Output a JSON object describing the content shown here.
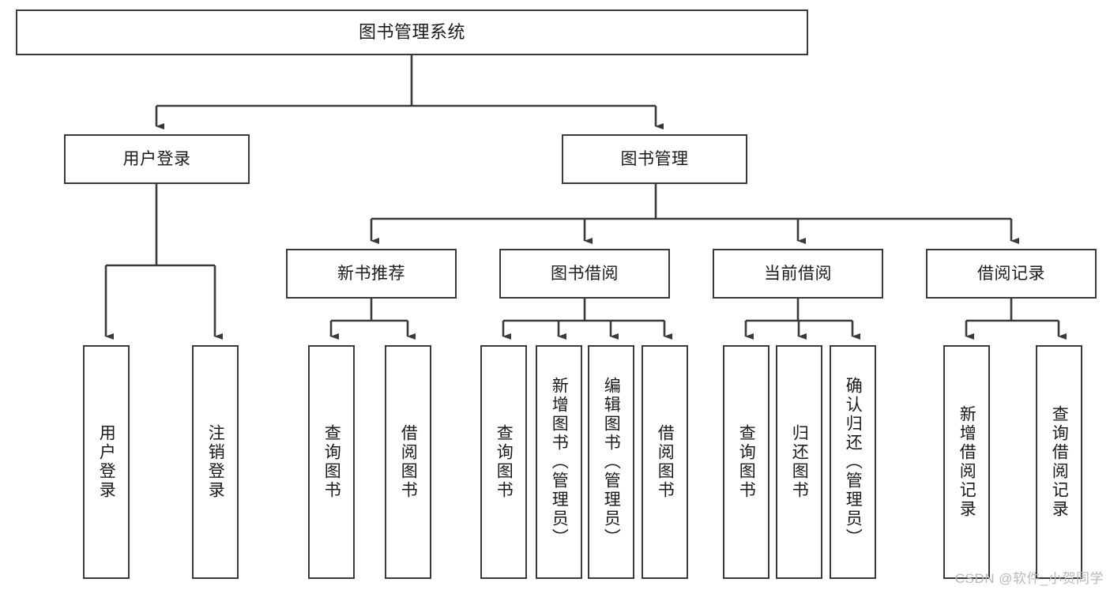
{
  "diagram": {
    "title": "图书管理系统",
    "type": "tree-hierarchy-diagram",
    "colors": {
      "box_border": "#3a3a3a",
      "box_fill": "#ffffff",
      "edge": "#3a3a3a",
      "text": "#1a1a1a",
      "background": "#ffffff",
      "watermark": "#b9b9b9"
    },
    "nodes": {
      "root": {
        "label": "图书管理系统"
      },
      "level2": [
        {
          "label": "用户登录"
        },
        {
          "label": "图书管理"
        }
      ],
      "level3": [
        {
          "label": "新书推荐"
        },
        {
          "label": "图书借阅"
        },
        {
          "label": "当前借阅"
        },
        {
          "label": "借阅记录"
        }
      ],
      "leaves": {
        "user_login": [
          {
            "label": "用户登录"
          },
          {
            "label": "注销登录"
          }
        ],
        "new_book_recommend": [
          {
            "label": "查询图书"
          },
          {
            "label": "借阅图书"
          }
        ],
        "book_borrow": [
          {
            "label": "查询图书"
          },
          {
            "label": "新增图书（管理员）"
          },
          {
            "label": "编辑图书（管理员）"
          },
          {
            "label": "借阅图书"
          }
        ],
        "current_borrow": [
          {
            "label": "查询图书"
          },
          {
            "label": "归还图书"
          },
          {
            "label": "确认归还（管理员）"
          }
        ],
        "borrow_record": [
          {
            "label": "新增借阅记录"
          },
          {
            "label": "查询借阅记录"
          }
        ]
      }
    },
    "watermark": "CSDN @软件_小贺同学"
  }
}
